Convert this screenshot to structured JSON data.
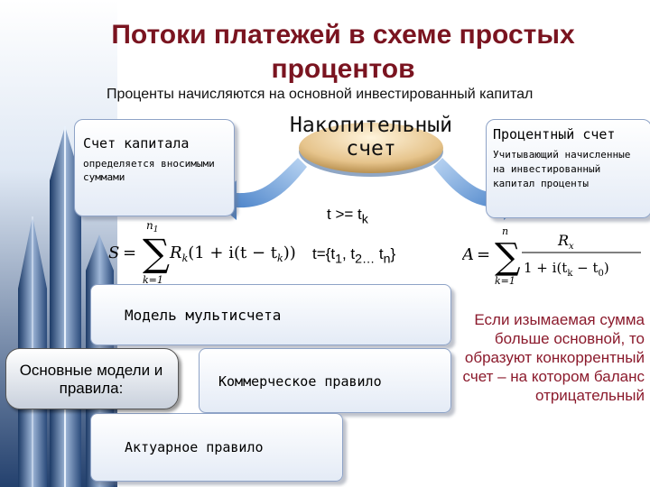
{
  "title": "Потоки платежей в схеме простых процентов",
  "subtitle": "Проценты начисляются на основной инвестированный капитал",
  "left_box": {
    "title": "Счет капитала",
    "description": "определяется вносимыми суммами"
  },
  "center": {
    "title": "Накопительный счет"
  },
  "right_box": {
    "title": "Процентный счет",
    "description": "Учитывающий начисленные на инвестированный капитал проценты"
  },
  "condition": {
    "t": "t >= t",
    "t_sub": "k",
    "set_prefix": "t={t",
    "set_sub1": "1",
    "set_mid": ", t",
    "set_sub2": "2…",
    "set_mid2": " t",
    "set_sub3": "n",
    "set_suffix": "}"
  },
  "formula_left": {
    "lhs": "S",
    "upper": "n",
    "upper_sub": "1",
    "lower": "k=1",
    "term": "R",
    "term_sub": "k",
    "bracket": "(1 + i(t − t",
    "bracket_sub": "k",
    "close": "))"
  },
  "formula_right": {
    "lhs": "A",
    "upper": "n",
    "lower": "k=1",
    "numerator": "R",
    "numerator_sub": "x",
    "denominator": "1 + i(t",
    "denominator_sub": "k",
    "denominator_mid": " − t",
    "denominator_sub2": "0",
    "denominator_close": ")"
  },
  "models": {
    "multi": "Модель мультисчета",
    "basic": "Основные модели и правила:",
    "commercial": "Коммерческое правило",
    "actuarial": "Актуарное правило"
  },
  "note": "Если изымаемая сумма больше основной, то образуют конкоррентный счет – на котором баланс отрицательный",
  "colors": {
    "title": "#7a1420",
    "note": "#8b1a2c",
    "arrow": "#3f7fc8",
    "pill": "#e6c48c"
  }
}
